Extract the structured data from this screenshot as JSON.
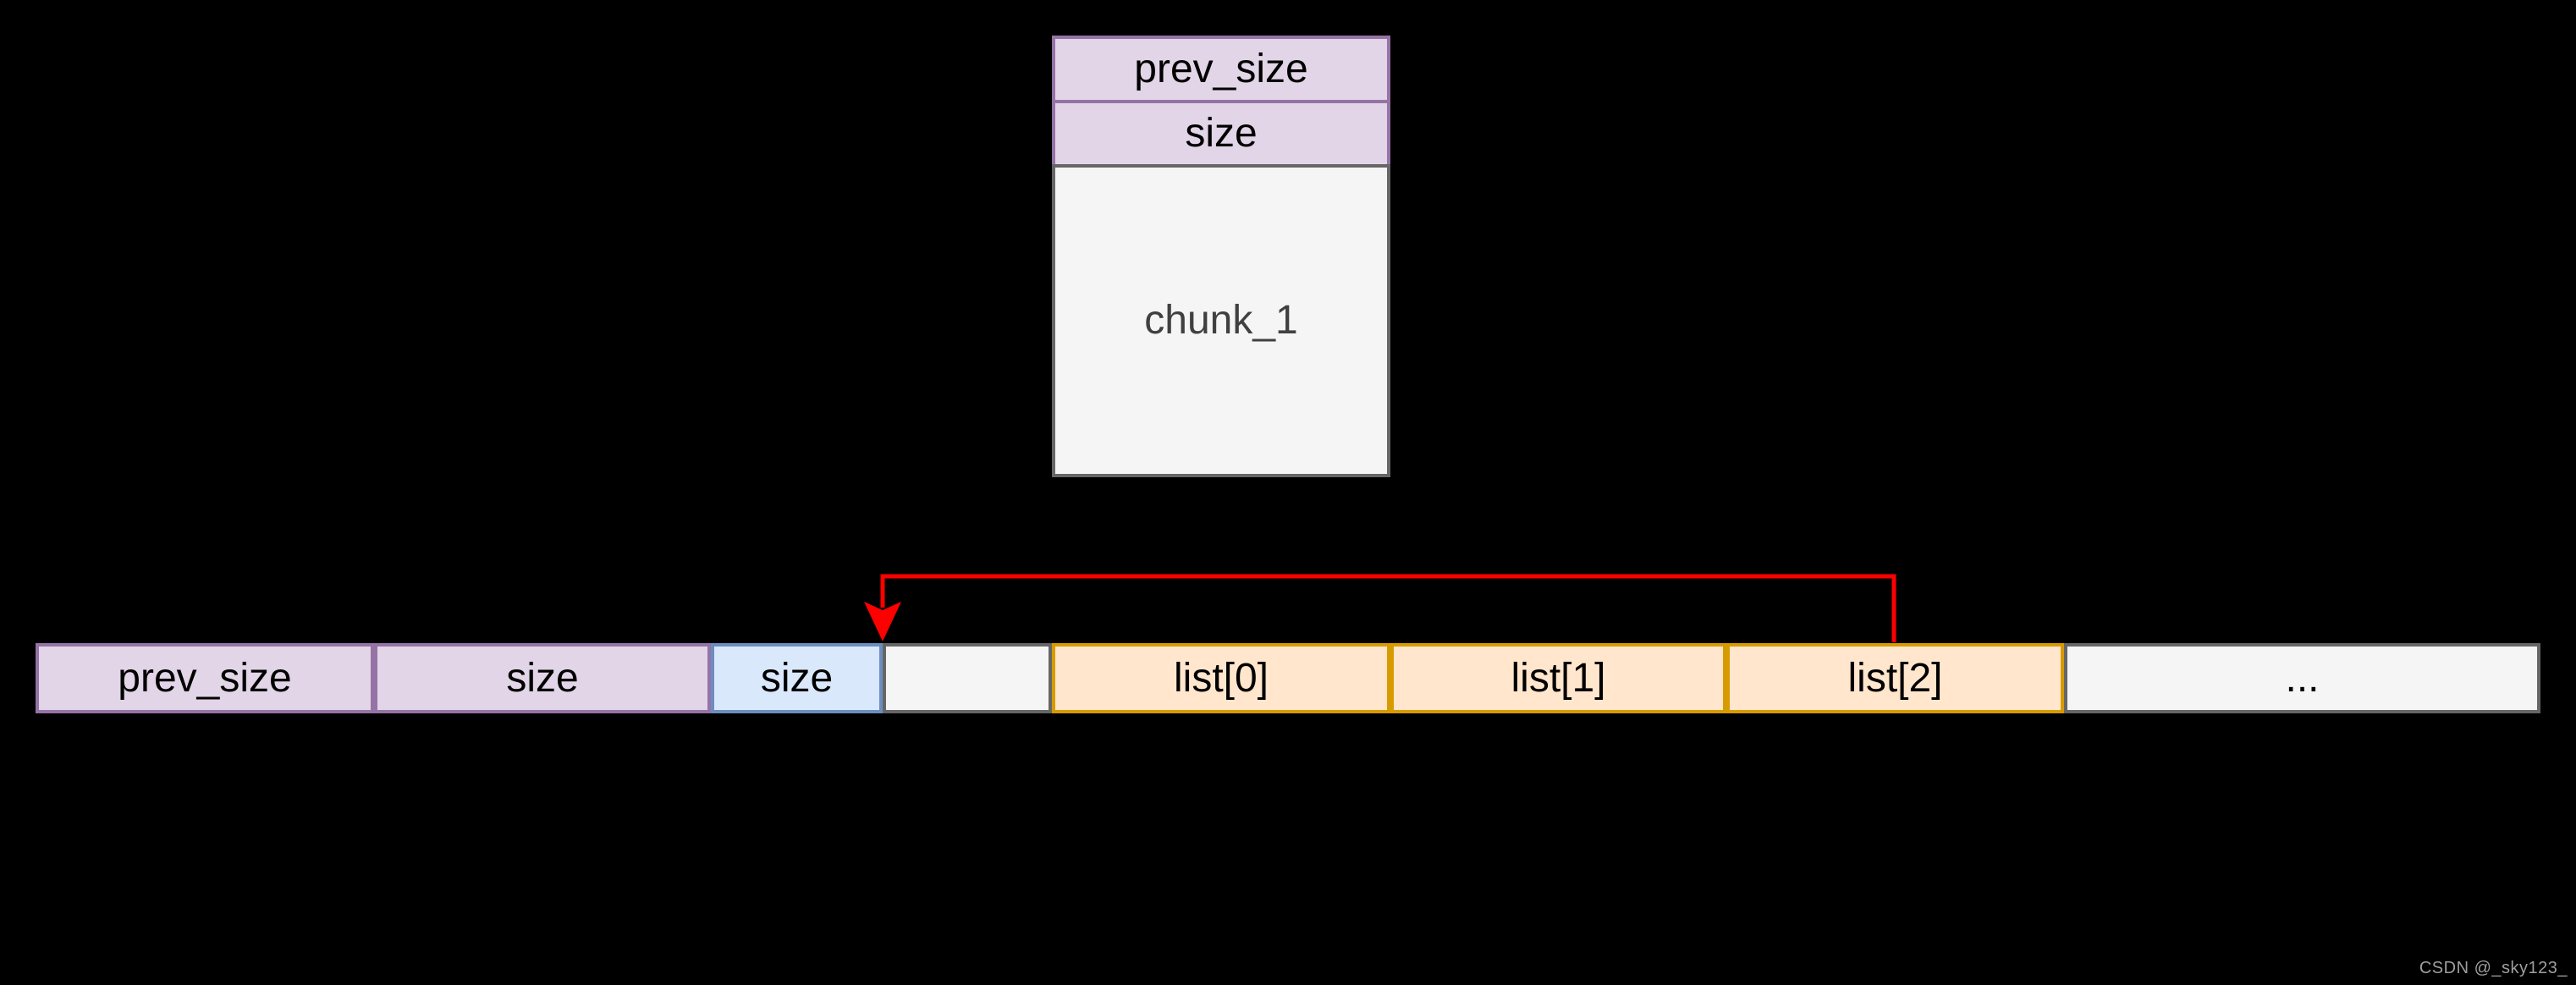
{
  "chunk_box": {
    "header_cells": [
      {
        "label": "prev_size"
      },
      {
        "label": "size"
      }
    ],
    "body": {
      "label": "chunk_1"
    }
  },
  "memory_row": {
    "cells": [
      {
        "label": "prev_size",
        "style": "purple"
      },
      {
        "label": "size",
        "style": "purple"
      },
      {
        "label": "size",
        "style": "blue"
      },
      {
        "label": "",
        "style": "gray"
      },
      {
        "label": "list[0]",
        "style": "orange"
      },
      {
        "label": "list[1]",
        "style": "orange"
      },
      {
        "label": "list[2]",
        "style": "orange"
      },
      {
        "label": "...",
        "style": "gray"
      }
    ]
  },
  "arrow": {
    "color": "#ff0000"
  },
  "watermark": {
    "text": "CSDN @_sky123_"
  },
  "colors": {
    "background": "#000000",
    "purple_fill": "#e1d5e7",
    "purple_border": "#9673a6",
    "blue_fill": "#dae8fc",
    "blue_border": "#6c8ebf",
    "orange_fill": "#ffe6cc",
    "orange_border": "#d79b00",
    "gray_fill": "#f5f5f5",
    "gray_border": "#666666",
    "text": "#000000"
  }
}
